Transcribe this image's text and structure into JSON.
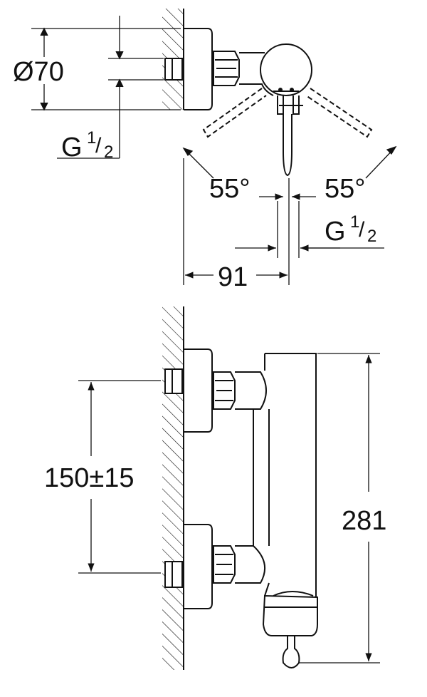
{
  "top_view": {
    "diameter_label": "Ø70",
    "thread_left": {
      "g": "G",
      "num": "1",
      "slash": "/",
      "den": "2"
    },
    "thread_right": {
      "g": "G",
      "num": "1",
      "slash": "/",
      "den": "2"
    },
    "angle_left": "55°",
    "angle_right": "55°",
    "depth_label": "91"
  },
  "front_view": {
    "spacing_label": "150±15",
    "height_label": "281"
  },
  "colors": {
    "line": "#111111",
    "background": "#ffffff"
  }
}
